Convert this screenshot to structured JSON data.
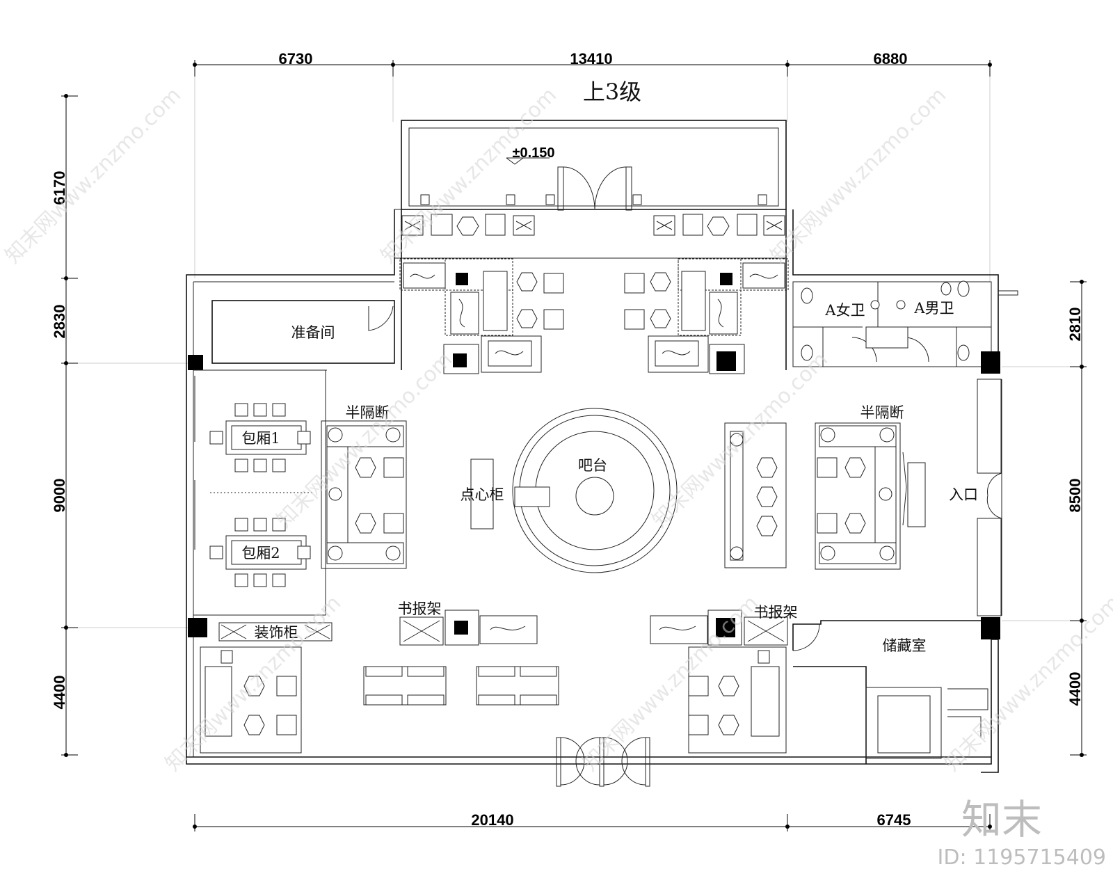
{
  "dimensions": {
    "top": [
      "6730",
      "13410",
      "6880"
    ],
    "bottom": [
      "20140",
      "6745"
    ],
    "left": [
      "6170",
      "2830",
      "9000",
      "4400"
    ],
    "right": [
      "2810",
      "8500",
      "4400"
    ]
  },
  "labels": {
    "stairs": "上3级",
    "elevation": "±0.150",
    "prep_room": "准备间",
    "private_room_1": "包厢1",
    "private_room_2": "包厢2",
    "half_partition_left": "半隔断",
    "half_partition_right": "半隔断",
    "bar": "吧台",
    "snack_cabinet": "点心柜",
    "entrance": "入口",
    "womens_wc": "A女卫",
    "mens_wc": "A男卫",
    "book_rack_left": "书报架",
    "book_rack_right": "书报架",
    "decor_cabinet": "装饰柜",
    "storage": "储藏室"
  },
  "watermark": {
    "text": "知末网www.znzmo.com",
    "logo": "知末",
    "id": "ID: 1195715409"
  }
}
